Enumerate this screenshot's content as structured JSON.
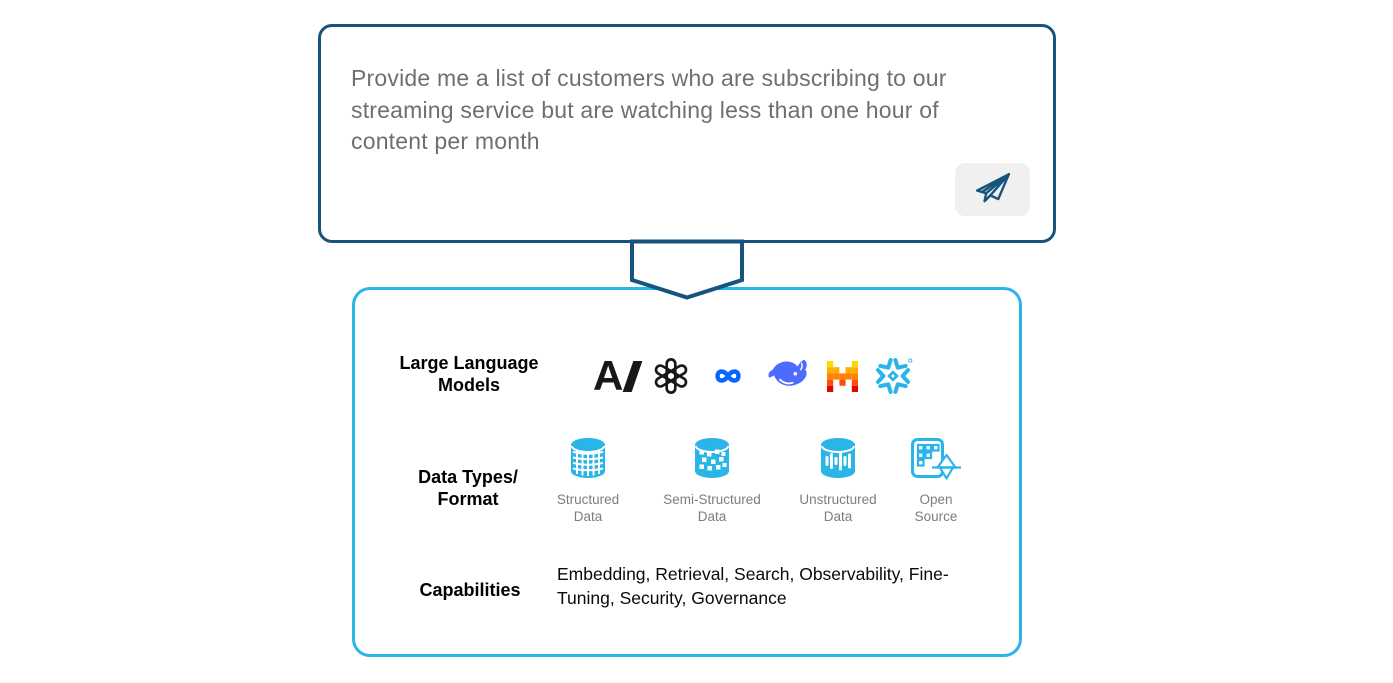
{
  "colors": {
    "dark_blue": "#17547D",
    "light_blue": "#29B5E8",
    "query_text_gray": "#6F6F6F",
    "caption_gray": "#7D7D7D",
    "label_black": "#000000",
    "meta_blue": "#0866FF",
    "deepseek_blue": "#4D6BFE",
    "logo_black": "#181818",
    "send_button_bg": "#F0F0F1",
    "mistral_row_colors": [
      "#FFD800",
      "#FFAF00",
      "#FF8205",
      "#FA500F",
      "#E10500"
    ]
  },
  "query_card": {
    "text": "Provide me a list of customers who are subscribing to our streaming service but are watching less than one hour of content per month",
    "send_icon": "paper-plane-icon"
  },
  "platform_card": {
    "llm_row": {
      "label": "Large Language Models",
      "logos": [
        {
          "icon": "anthropic-logo"
        },
        {
          "icon": "openai-logo"
        },
        {
          "icon": "meta-logo"
        },
        {
          "icon": "deepseek-logo"
        },
        {
          "icon": "mistral-logo"
        },
        {
          "icon": "snowflake-logo"
        }
      ]
    },
    "data_row": {
      "label": "Data Types/ Format",
      "items": [
        {
          "icon": "structured-data-icon",
          "label": "Structured Data"
        },
        {
          "icon": "semi-structured-data-icon",
          "label": "Semi-Structured Data"
        },
        {
          "icon": "unstructured-data-icon",
          "label": "Unstructured Data"
        },
        {
          "icon": "open-source-icon",
          "label": "Open Source"
        }
      ]
    },
    "capabilities_row": {
      "label": "Capabilities",
      "text": "Embedding, Retrieval, Search, Observability, Fine-Tuning, Security, Governance"
    }
  }
}
